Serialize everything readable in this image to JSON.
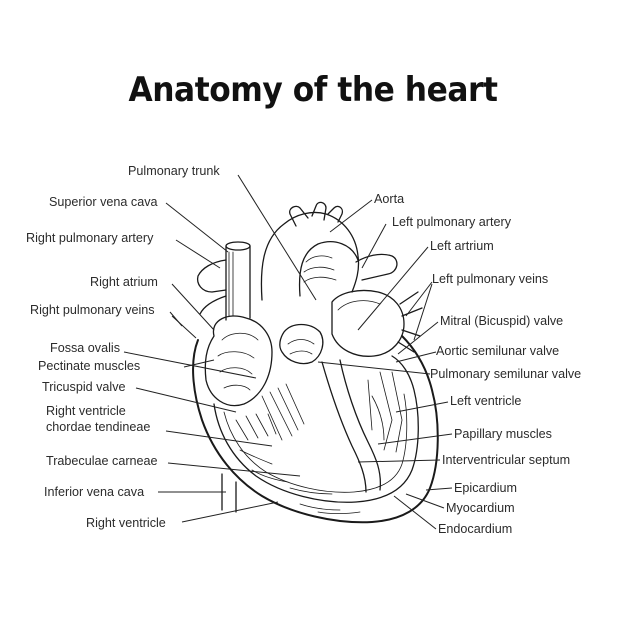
{
  "title": "Anatomy of the heart",
  "labels": {
    "pulmonary_trunk": "Pulmonary trunk",
    "superior_vena_cava": "Superior vena cava",
    "right_pulmonary_artery": "Right pulmonary artery",
    "right_atrium": "Right atrium",
    "right_pulmonary_veins": "Right pulmonary veins",
    "fossa_ovalis": "Fossa ovalis",
    "pectinate_muscles": "Pectinate muscles",
    "tricuspid_valve": "Tricuspid valve",
    "right_ventricle_chordae_1": "Right ventricle",
    "right_ventricle_chordae_2": "chordae tendineae",
    "trabeculae_carneae": "Trabeculae carneae",
    "inferior_vena_cava": "Inferior vena cava",
    "right_ventricle": "Right ventricle",
    "aorta": "Aorta",
    "left_pulmonary_artery": "Left pulmonary artery",
    "left_artrium": "Left artrium",
    "left_pulmonary_veins": "Left pulmonary veins",
    "mitral_valve": "Mitral (Bicuspid) valve",
    "aortic_semilunar_valve": "Aortic semilunar valve",
    "pulmonary_semilunar_valve": "Pulmonary semilunar valve",
    "left_ventricle": "Left ventricle",
    "papillary_muscles": "Papillary muscles",
    "interventricular_septum": "Interventricular septum",
    "epicardium": "Epicardium",
    "myocardium": "Myocardium",
    "endocardium": "Endocardium"
  }
}
